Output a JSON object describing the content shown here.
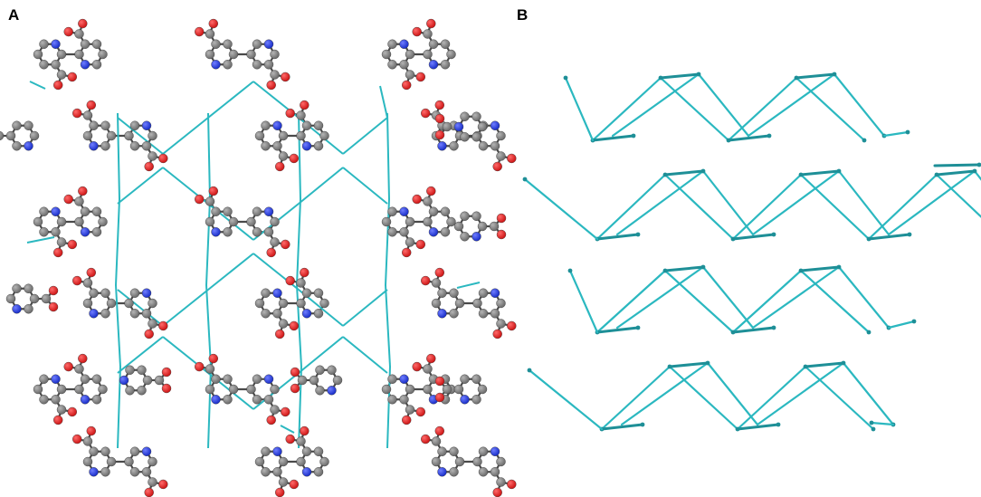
{
  "panels": [
    {
      "label": "A",
      "content": "crystal-packing-structure"
    },
    {
      "label": "B",
      "content": "topology-network"
    }
  ],
  "colors": {
    "background": "#ffffff",
    "carbon_atom": "#6b6b6b",
    "oxygen_atom": "#cc1515",
    "nitrogen_atom": "#1a2fc8",
    "metal_bond": "#2bb8c0",
    "metal_bond_dark": "#1e8f97",
    "covalent_bond": "#4a4a4a"
  }
}
